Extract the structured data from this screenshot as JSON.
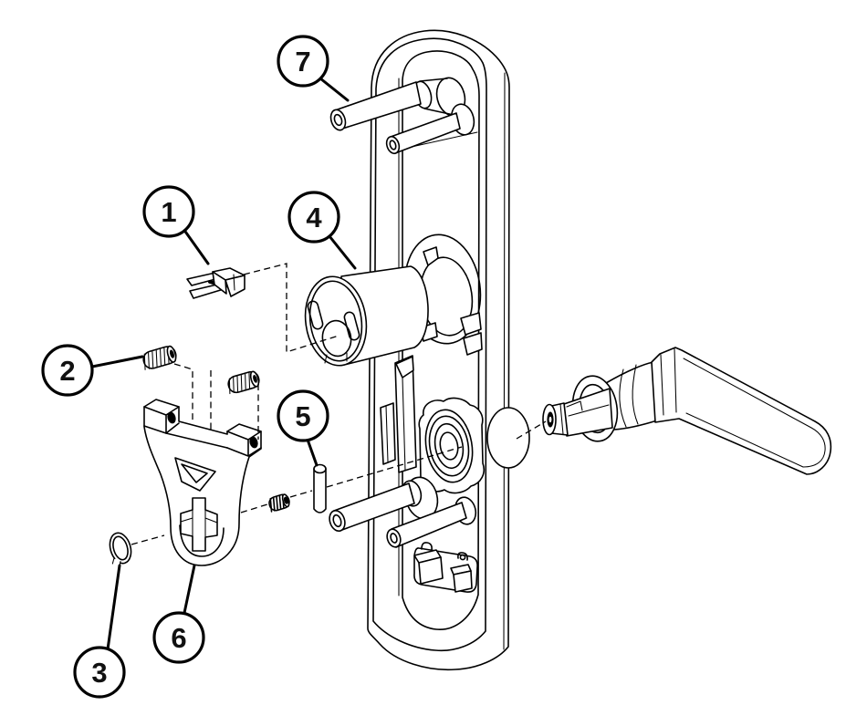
{
  "diagram": {
    "type": "exploded-parts-diagram",
    "background_color": "#ffffff",
    "line_color": "#000000",
    "callouts": [
      {
        "label": "1",
        "part": "latch-clip"
      },
      {
        "label": "2",
        "part": "spring"
      },
      {
        "label": "3",
        "part": "retaining-ring"
      },
      {
        "label": "4",
        "part": "cylinder-hub"
      },
      {
        "label": "5",
        "part": "pin"
      },
      {
        "label": "6",
        "part": "spindle-fork"
      },
      {
        "label": "7",
        "part": "mounting-post"
      }
    ]
  }
}
